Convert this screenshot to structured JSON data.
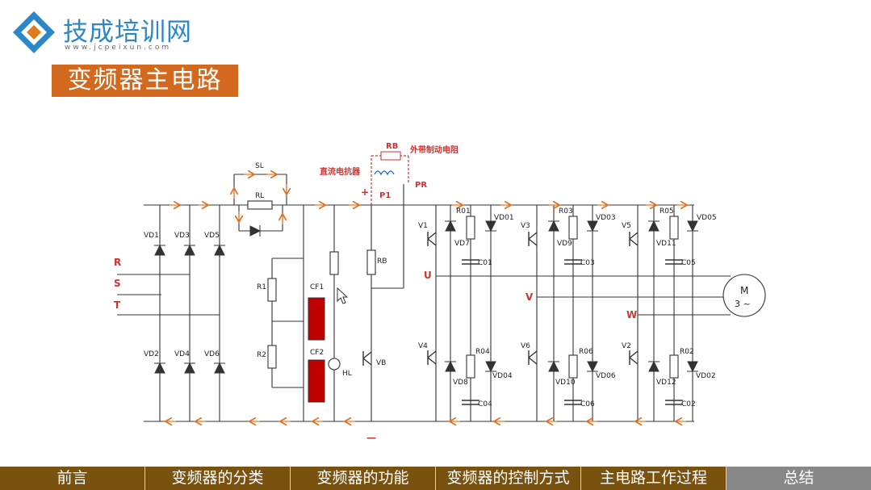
{
  "logo": {
    "brand": "技成培训网",
    "url": "www.jcpeixun.com"
  },
  "title": "变频器主电路",
  "diagram": {
    "phases": [
      "R",
      "S",
      "T"
    ],
    "rectifier_diodes": [
      "VD1",
      "VD3",
      "VD5",
      "VD2",
      "VD4",
      "VD6"
    ],
    "labels": {
      "SL": "SL",
      "RL": "RL",
      "R1": "R1",
      "R2": "R2",
      "CF1": "CF1",
      "CF2": "CF2",
      "HL": "HL",
      "RB": "RB",
      "VB": "VB",
      "P1": "P1",
      "PR": "PR",
      "plus": "+",
      "minus": "—"
    },
    "red_labels": {
      "RB": "RB",
      "ext": "外带制动电阻",
      "choke": "直流电抗器"
    },
    "outputs": {
      "U": "U",
      "V": "V",
      "W": "W"
    },
    "motor": {
      "label": "M",
      "sub": "3 ~"
    },
    "inverter_top": [
      "V1",
      "V3",
      "V5"
    ],
    "inverter_bottom": [
      "V4",
      "V6",
      "V2"
    ],
    "top_labels": {
      "r1": [
        "R01",
        "VD01",
        "VD7",
        "C01"
      ],
      "r2": [
        "R03",
        "VD03",
        "VD9",
        "C03"
      ],
      "r3": [
        "R05",
        "VD05",
        "VD11",
        "C05"
      ]
    },
    "bottom_labels": {
      "r1": [
        "R04",
        "VD04",
        "VD8",
        "C04"
      ],
      "r2": [
        "R06",
        "VD06",
        "VD10",
        "C06"
      ],
      "r3": [
        "R02",
        "VD02",
        "VD12",
        "C02"
      ]
    }
  },
  "nav": [
    "前言",
    "变频器的分类",
    "变频器的功能",
    "变频器的控制方式",
    "主电路工作过程",
    "总结"
  ],
  "colors": {
    "accent": "#d2691e",
    "brand": "#2c87c9",
    "nav_bg": "#7a5210",
    "capacitor": "#c00000",
    "red_text": "#cc3333"
  }
}
